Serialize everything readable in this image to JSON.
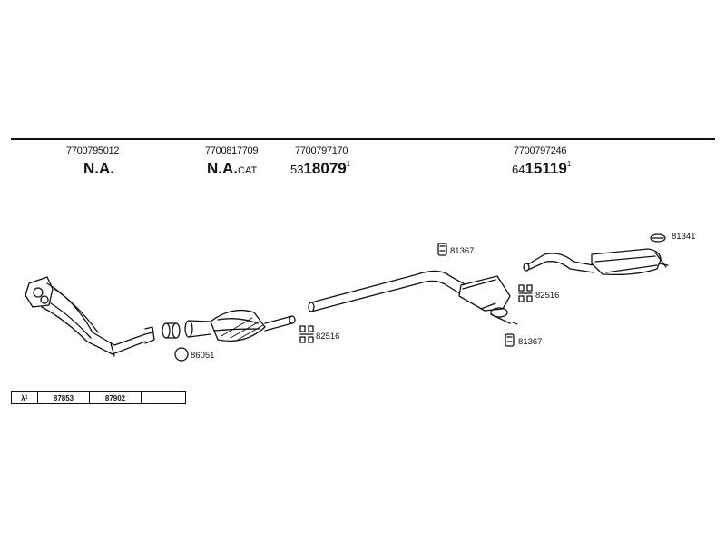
{
  "sections": [
    {
      "part_number": "7700795012",
      "code": "N.A."
    },
    {
      "part_number": "7700817709",
      "code": "N.A.",
      "code_suffix": "CAT"
    },
    {
      "part_number": "7700797170",
      "code_prefix": "53",
      "code": "18079",
      "code_sup": "1"
    },
    {
      "part_number": "7700797246",
      "code_prefix": "64",
      "code": "15119",
      "code_sup": "1"
    }
  ],
  "callouts": {
    "gasket": "86051",
    "hanger_front": "82516",
    "clamp_upper": "81367",
    "clamp_lower": "81367",
    "hanger_rear": "82516",
    "rear_mount": "81341"
  },
  "legend": {
    "symbol": "λ",
    "symbol_sup": "1",
    "cells": [
      "87853",
      "87902",
      ""
    ]
  }
}
